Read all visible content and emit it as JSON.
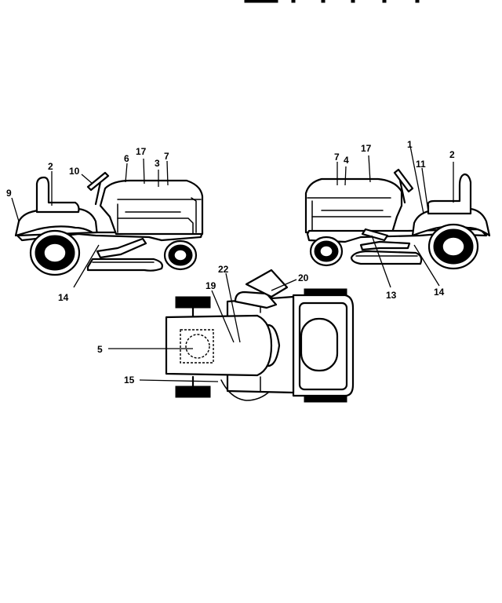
{
  "diagram": {
    "labels": {
      "left": {
        "l9": "9",
        "l2": "2",
        "l10": "10",
        "l6": "6",
        "l17": "17",
        "l3": "3",
        "l7": "7",
        "l14": "14"
      },
      "right": {
        "l7": "7",
        "l4": "4",
        "l17": "17",
        "l1": "1",
        "l11": "11",
        "l2": "2",
        "l13": "13",
        "l14": "14"
      },
      "top": {
        "l22": "22",
        "l19": "19",
        "l20": "20",
        "l5": "5",
        "l15": "15"
      }
    }
  }
}
